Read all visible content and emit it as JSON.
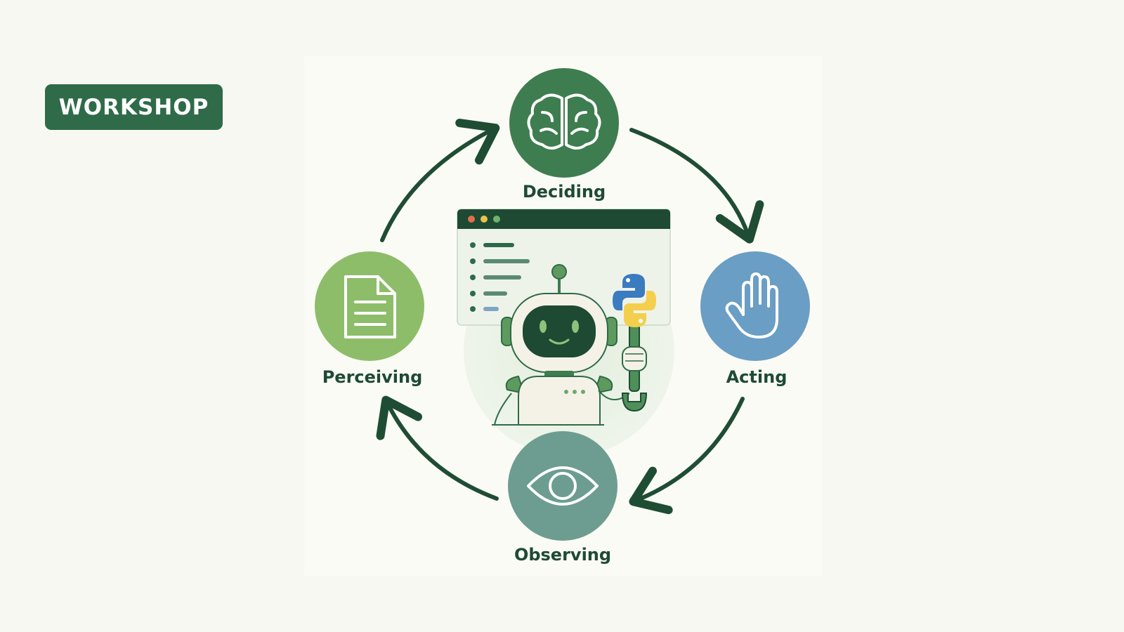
{
  "badge": {
    "label": "WORKSHOP"
  },
  "cycle": {
    "nodes": [
      {
        "label": "Deciding",
        "icon": "brain-icon",
        "color": "#3e7d4f"
      },
      {
        "label": "Acting",
        "icon": "hand-icon",
        "color": "#6a9ec4"
      },
      {
        "label": "Observing",
        "icon": "eye-icon",
        "color": "#6c9d90"
      },
      {
        "label": "Perceiving",
        "icon": "document-icon",
        "color": "#8dbd69"
      }
    ],
    "arrow_color": "#1f4d34",
    "center": {
      "illustration": "robot-with-python-wrench",
      "icons": [
        "robot-icon",
        "python-logo-icon",
        "wrench-icon",
        "browser-window-icon"
      ]
    }
  }
}
